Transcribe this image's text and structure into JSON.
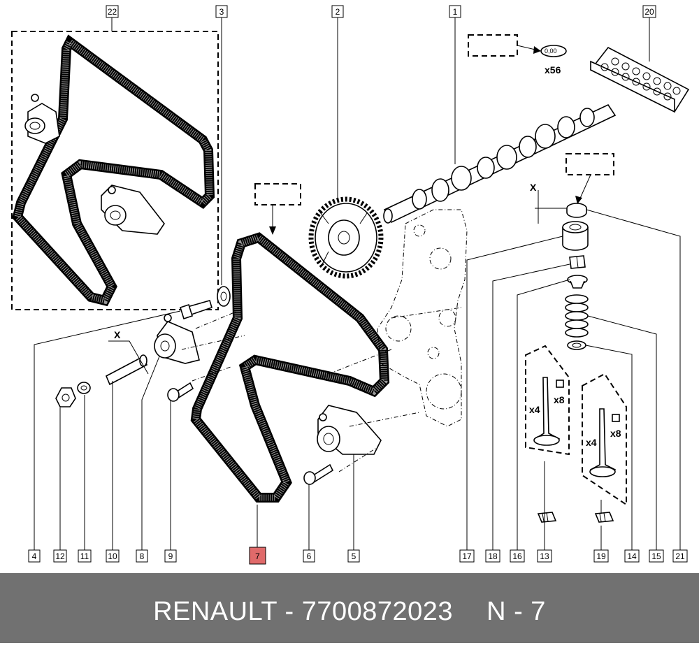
{
  "brand": "RENAULT",
  "part_number": "7700872023",
  "ref": "N - 7",
  "callouts": {
    "c22": "22",
    "c3": "3",
    "c2": "2",
    "c1": "1",
    "c20": "20",
    "c4": "4",
    "c12": "12",
    "c11": "11",
    "c10": "10",
    "c8": "8",
    "c9": "9",
    "c7": "7",
    "c6": "6",
    "c5": "5",
    "c17": "17",
    "c18": "18",
    "c16": "16",
    "c13": "13",
    "c19": "19",
    "c14": "14",
    "c15": "15",
    "c21": "21"
  },
  "highlighted_callout": "7",
  "labels": {
    "x56": "x56",
    "x4a": "x4",
    "x8a": "x8",
    "x4b": "x4",
    "x8b": "x8",
    "xa": "X",
    "xb": "X",
    "shim": "0,00"
  },
  "colors": {
    "highlight": "#e06a6a",
    "footer_bg": "#717171",
    "footer_text": "#ffffff"
  }
}
